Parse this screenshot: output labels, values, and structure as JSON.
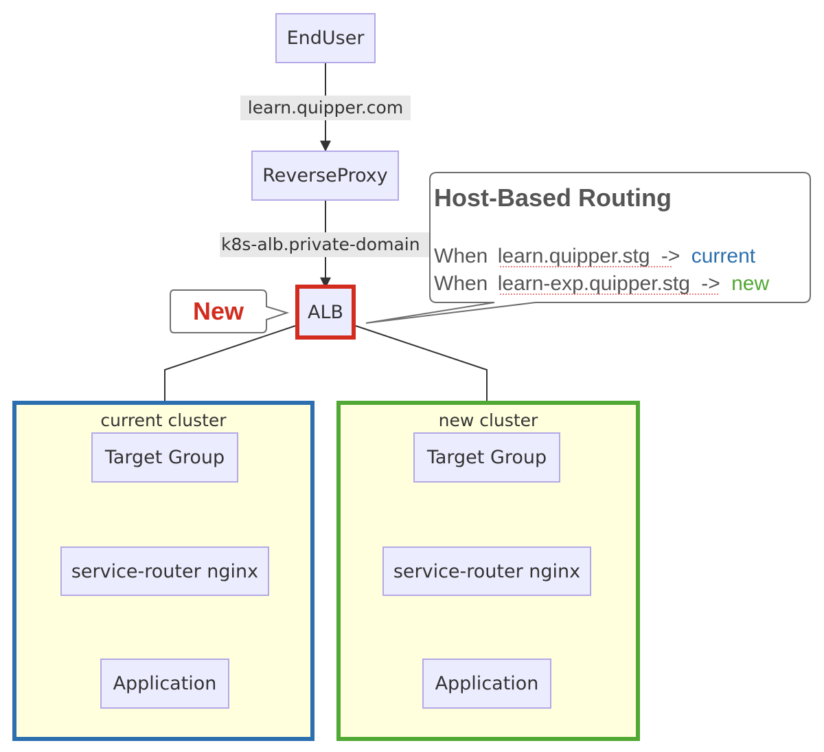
{
  "nodes": {
    "enduser": "EndUser",
    "reverse_proxy": "ReverseProxy",
    "alb": "ALB",
    "current_target_group": "Target Group",
    "current_service_router": "service-router nginx",
    "current_application": "Application",
    "new_target_group": "Target Group",
    "new_service_router": "service-router nginx",
    "new_application": "Application"
  },
  "edge_labels": {
    "enduser_to_proxy": "learn.quipper.com",
    "proxy_to_alb": "k8s-alb.private-domain"
  },
  "clusters": {
    "current": "current cluster",
    "new": "new cluster"
  },
  "callouts": {
    "new_badge": "New",
    "routing": {
      "title": "Host-Based Routing",
      "rule1_prefix": "When",
      "rule1_host": "learn.quipper.stg",
      "rule1_arrow": "->",
      "rule1_target": "current",
      "rule2_prefix": "When",
      "rule2_host": "learn-exp.quipper.stg",
      "rule2_arrow": "->",
      "rule2_target": "new"
    }
  },
  "colors": {
    "current": "#2C6FAE",
    "new": "#52A834",
    "alb_highlight": "#D22C1F",
    "node_fill": "#ECECFF",
    "node_border": "#B3A8E6",
    "cluster_fill": "#FFFFDE"
  }
}
